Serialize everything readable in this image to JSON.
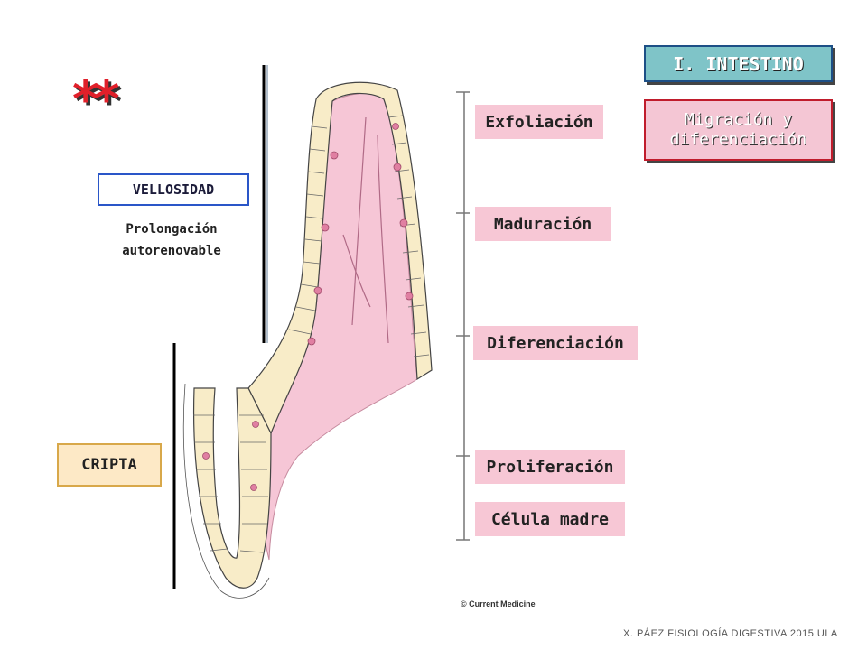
{
  "title": "I. INTESTINO",
  "migration_box": {
    "line1": "Migración y",
    "line2": "diferenciación"
  },
  "stars": "**",
  "villus": {
    "label": "VELLOSIDAD",
    "desc_line1": "Prolongación",
    "desc_line2": "autorenovable"
  },
  "crypt": {
    "label": "CRIPTA"
  },
  "stages": [
    {
      "label": "Exfoliación"
    },
    {
      "label": "Maduración"
    },
    {
      "label": "Diferenciación"
    },
    {
      "label": "Proliferación"
    },
    {
      "label": "Célula madre"
    }
  ],
  "copyright": "© Current Medicine",
  "footer": "X. PÁEZ   FISIOLOGÍA DIGESTIVA 2015 ULA",
  "colors": {
    "title_fill": "#7fc4c8",
    "title_border": "#1d4f86",
    "migration_fill": "#f4c6d4",
    "migration_border": "#c01c2c",
    "stage_fill": "#f7c7d5",
    "stars": "#e0202a",
    "crypt_fill": "#fde9c6",
    "lamina_propria": "#f6c6d6",
    "epithelium": "#f8ecc8"
  }
}
